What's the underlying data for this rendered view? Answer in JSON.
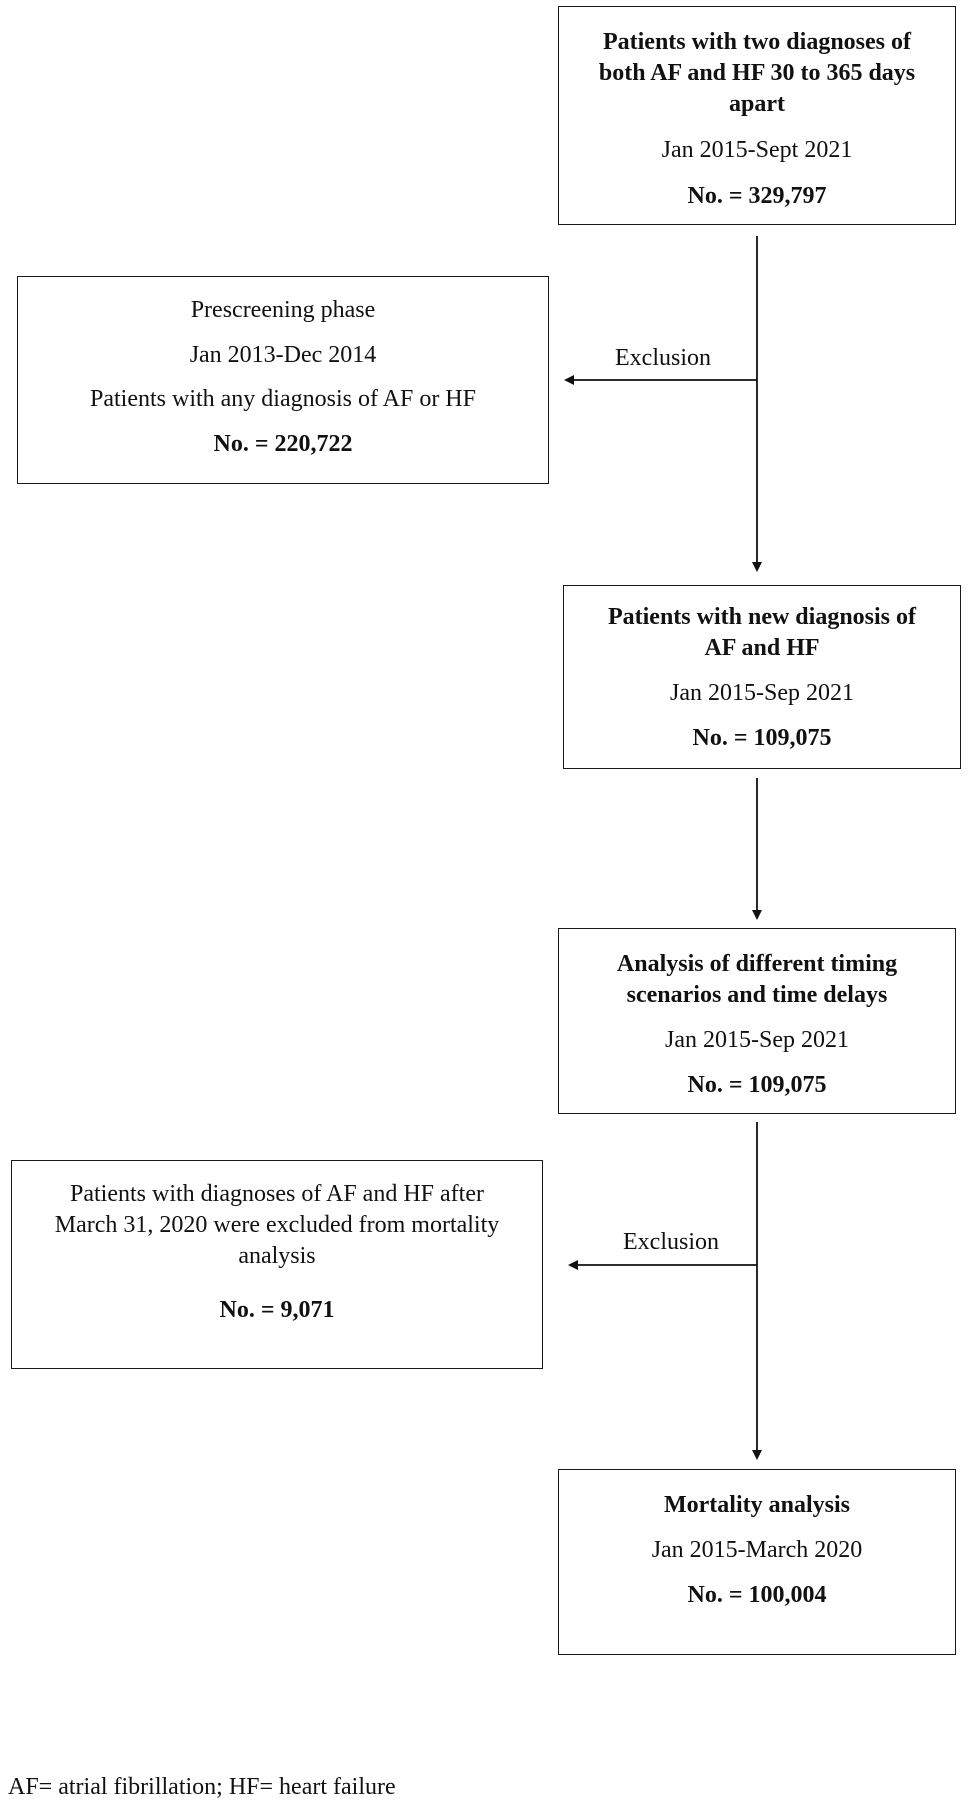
{
  "boxes": {
    "initial": {
      "title": [
        "Patients with two diagnoses of",
        "both AF and HF 30 to 365 days",
        "apart"
      ],
      "period": "Jan 2015-Sept 2021",
      "count": "No. = 329,797"
    },
    "prescreening": {
      "lines": [
        "Prescreening phase",
        "Jan 2013-Dec 2014",
        "Patients with any diagnosis of AF or HF"
      ],
      "count": "No. = 220,722"
    },
    "new_diagnosis": {
      "title": [
        "Patients with new diagnosis of",
        "AF and HF"
      ],
      "period": "Jan 2015-Sep 2021",
      "count": "No. = 109,075"
    },
    "timing": {
      "title": [
        "Analysis of different timing",
        "scenarios and time delays"
      ],
      "period": "Jan 2015-Sep 2021",
      "count": "No. = 109,075"
    },
    "excluded_mortality": {
      "lines": [
        "Patients with diagnoses of AF and HF after",
        "March 31, 2020 were excluded from mortality",
        "analysis"
      ],
      "count": "No. = 9,071"
    },
    "mortality": {
      "title": "Mortality analysis",
      "period": "Jan 2015-March 2020",
      "count": "No. = 100,004"
    }
  },
  "edges": {
    "exclusion_1": "Exclusion",
    "exclusion_2": "Exclusion"
  },
  "footnote": "AF= atrial fibrillation; HF= heart failure"
}
